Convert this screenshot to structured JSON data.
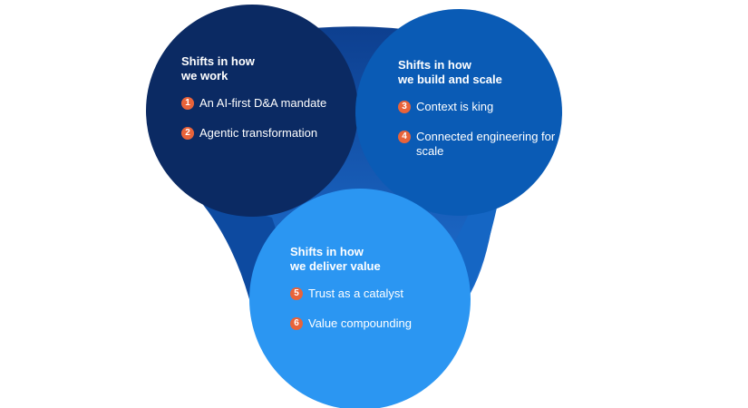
{
  "groups": [
    {
      "title_line1": "Shifts in how",
      "title_line2": "we work",
      "color": "#0b2a63",
      "items": [
        {
          "number": "1",
          "label": "An AI-first D&A mandate"
        },
        {
          "number": "2",
          "label": "Agentic transformation"
        }
      ]
    },
    {
      "title_line1": "Shifts in how",
      "title_line2": "we build and scale",
      "color": "#0a5bb5",
      "items": [
        {
          "number": "3",
          "label": "Context is king"
        },
        {
          "number": "4",
          "label": "Connected engineering for scale"
        }
      ]
    },
    {
      "title_line1": "Shifts in how",
      "title_line2": "we deliver value",
      "color": "#2b96f2",
      "items": [
        {
          "number": "5",
          "label": "Trust as a catalyst"
        },
        {
          "number": "6",
          "label": "Value compounding"
        }
      ]
    }
  ],
  "colors": {
    "connector_dark": "#0d3f8f",
    "connector_light": "#1e6fd0",
    "badge": "#e8633a"
  }
}
